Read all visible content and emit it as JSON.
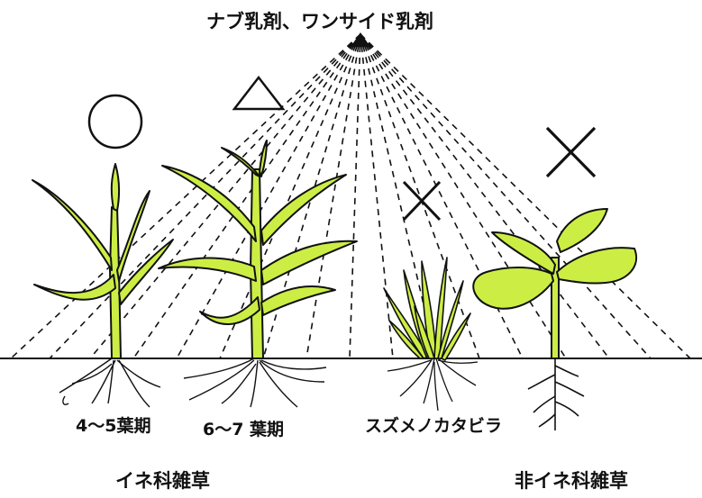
{
  "title": "ナブ乳剤、ワンサイド乳剤",
  "labels": {
    "stage_4_5": "4〜5葉期",
    "stage_6_7": "6〜7 葉期",
    "suzumenokatabira": "スズメノカタビラ",
    "grass_weeds": "イネ科雑草",
    "non_grass_weeds": "非イネ科雑草"
  },
  "efficacy": {
    "stage_4_5": "circle",
    "stage_6_7": "triangle",
    "suzumenokatabira": "cross",
    "non_grass_weeds": "cross"
  },
  "colors": {
    "leaf": "#ccee44",
    "outline": "#111111",
    "background": "#ffffff"
  }
}
